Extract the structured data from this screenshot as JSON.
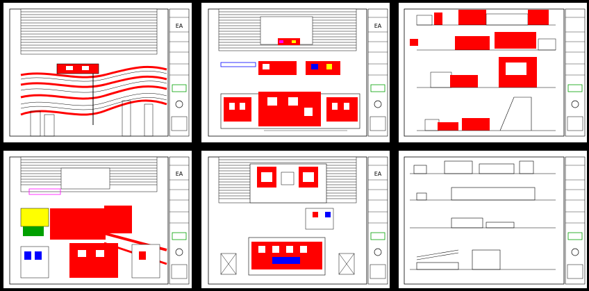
{
  "sheets": [
    {
      "id": "sheet-1",
      "code": "EA"
    },
    {
      "id": "sheet-2",
      "code": "EA"
    },
    {
      "id": "sheet-3",
      "code": ""
    },
    {
      "id": "sheet-4",
      "code": "EA"
    },
    {
      "id": "sheet-5",
      "code": "EA"
    },
    {
      "id": "sheet-6",
      "code": ""
    }
  ],
  "colors": {
    "paper": "#ffffff",
    "background": "#000000",
    "frame": "#000000",
    "accent_red": "#ff0000",
    "accent_green": "#00a000",
    "accent_blue": "#0000ff",
    "accent_magenta": "#ff00ff",
    "accent_yellow": "#ffff00"
  }
}
